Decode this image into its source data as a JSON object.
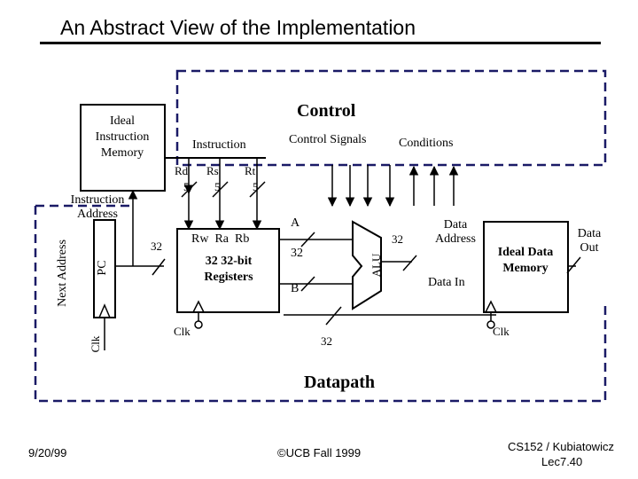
{
  "slide": {
    "title": "An Abstract View of the Implementation",
    "footer_date": "9/20/99",
    "footer_center": "©UCB Fall 1999",
    "footer_course": "CS152 / Kubiatowicz",
    "footer_lecture": "Lec7.40"
  },
  "diagram": {
    "control_label": "Control",
    "datapath_label": "Datapath",
    "instr_mem": "Ideal Instruction Memory",
    "instruction": "Instruction",
    "control_signals": "Control Signals",
    "conditions": "Conditions",
    "rd": "Rd",
    "rs": "Rs",
    "rt": "Rt",
    "five_rd": "5",
    "five_rs": "5",
    "five_rt": "5",
    "instr_addr": "Instruction Address",
    "next_address": "Next Address",
    "pc": "PC",
    "clk_pc": "Clk",
    "width_pc": "32",
    "regfile_ports": "Rw  Ra  Rb",
    "regfile_name": "32 32-bit Registers",
    "clk_reg": "Clk",
    "bus_a": "A",
    "bus_b": "B",
    "width_b": "32",
    "alu": "ALU",
    "width_alu_out": "32",
    "width_datapath": "32",
    "data_address": "Data Address",
    "data_in": "Data In",
    "data_mem": "Ideal Data Memory",
    "data_out": "Data Out",
    "clk_mem": "Clk"
  },
  "colors": {
    "title_underline": "#000000",
    "dashed_border": "#1a1a66"
  }
}
